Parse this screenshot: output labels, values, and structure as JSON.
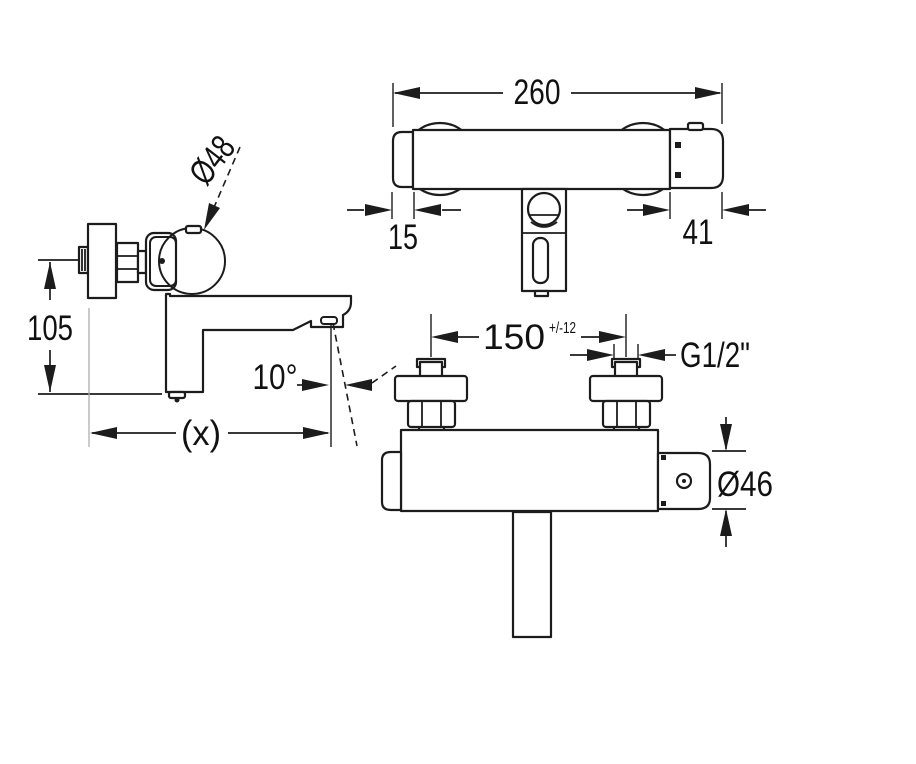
{
  "figure": {
    "background_color": "#ffffff",
    "line_color": "#1c1c1c"
  },
  "views": {
    "side": {
      "dims": {
        "diameter_head": "Ø48",
        "height": "105",
        "projection": "(x)",
        "spout_angle": "10°"
      }
    },
    "front": {
      "dims": {
        "width": "260",
        "end_cap": "15",
        "handle": "41"
      }
    },
    "top": {
      "dims": {
        "hole_spacing": "150",
        "hole_spacing_tol": "+/-12",
        "thread": "G1/2\"",
        "body_diameter": "Ø46"
      }
    }
  }
}
